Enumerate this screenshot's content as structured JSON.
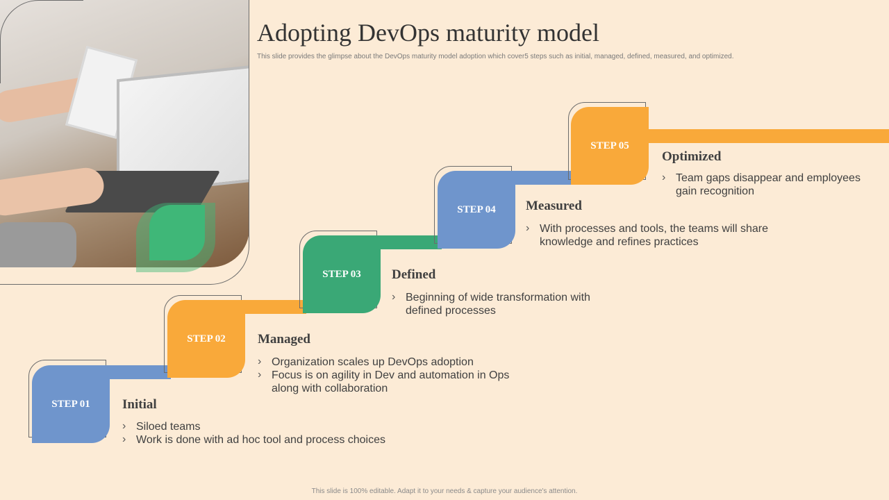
{
  "header": {
    "title": "Adopting DevOps maturity model",
    "subtitle": "This slide provides the glimpse about the DevOps maturity model adoption which cover5 steps such as initial, managed, defined, measured, and optimized."
  },
  "colors": {
    "blue": "#6f95cc",
    "orange": "#f9a93a",
    "green": "#3aa876",
    "background": "#fcebd6"
  },
  "steps": [
    {
      "label": "STEP 01",
      "title": "Initial",
      "bullets": [
        "Siloed teams",
        "Work is done with ad hoc tool and process choices"
      ],
      "color": "blue"
    },
    {
      "label": "STEP 02",
      "title": "Managed",
      "bullets": [
        "Organization scales up DevOps adoption",
        "Focus is on agility in Dev and automation in Ops along with collaboration"
      ],
      "color": "orange"
    },
    {
      "label": "STEP 03",
      "title": "Defined",
      "bullets": [
        "Beginning of wide transformation with defined processes"
      ],
      "color": "green"
    },
    {
      "label": "STEP 04",
      "title": "Measured",
      "bullets": [
        "With processes and tools, the teams will share knowledge and refines practices"
      ],
      "color": "blue"
    },
    {
      "label": "STEP 05",
      "title": "Optimized",
      "bullets": [
        "Team gaps disappear and employees gain recognition"
      ],
      "color": "orange"
    }
  ],
  "footer": {
    "text": "This slide is 100% editable.  Adapt it to your needs & capture your audience's attention."
  }
}
